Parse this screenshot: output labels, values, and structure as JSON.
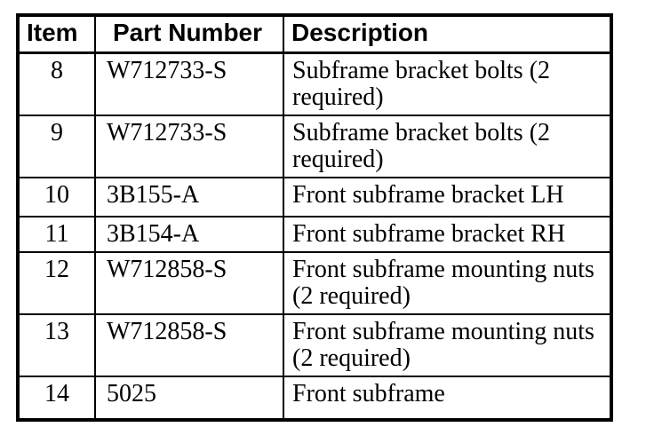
{
  "table": {
    "headers": {
      "item": "Item",
      "part_number": "Part Number",
      "description": "Description"
    },
    "rows": [
      {
        "item": "8",
        "part_number": "W712733-S",
        "description": "Subframe bracket bolts (2\nrequired)"
      },
      {
        "item": "9",
        "part_number": "W712733-S",
        "description": "Subframe bracket bolts (2\nrequired)"
      },
      {
        "item": "10",
        "part_number": "3B155-A",
        "description": "Front subframe bracket LH"
      },
      {
        "item": "11",
        "part_number": "3B154-A",
        "description": "Front subframe bracket RH"
      },
      {
        "item": "12",
        "part_number": "W712858-S",
        "description": "Front subframe mounting nuts\n(2 required)"
      },
      {
        "item": "13",
        "part_number": "W712858-S",
        "description": "Front subframe mounting nuts\n(2 required)"
      },
      {
        "item": "14",
        "part_number": "5025",
        "description": "Front subframe"
      }
    ],
    "colors": {
      "border": "#000000",
      "text": "#000000",
      "background": "#ffffff"
    }
  }
}
